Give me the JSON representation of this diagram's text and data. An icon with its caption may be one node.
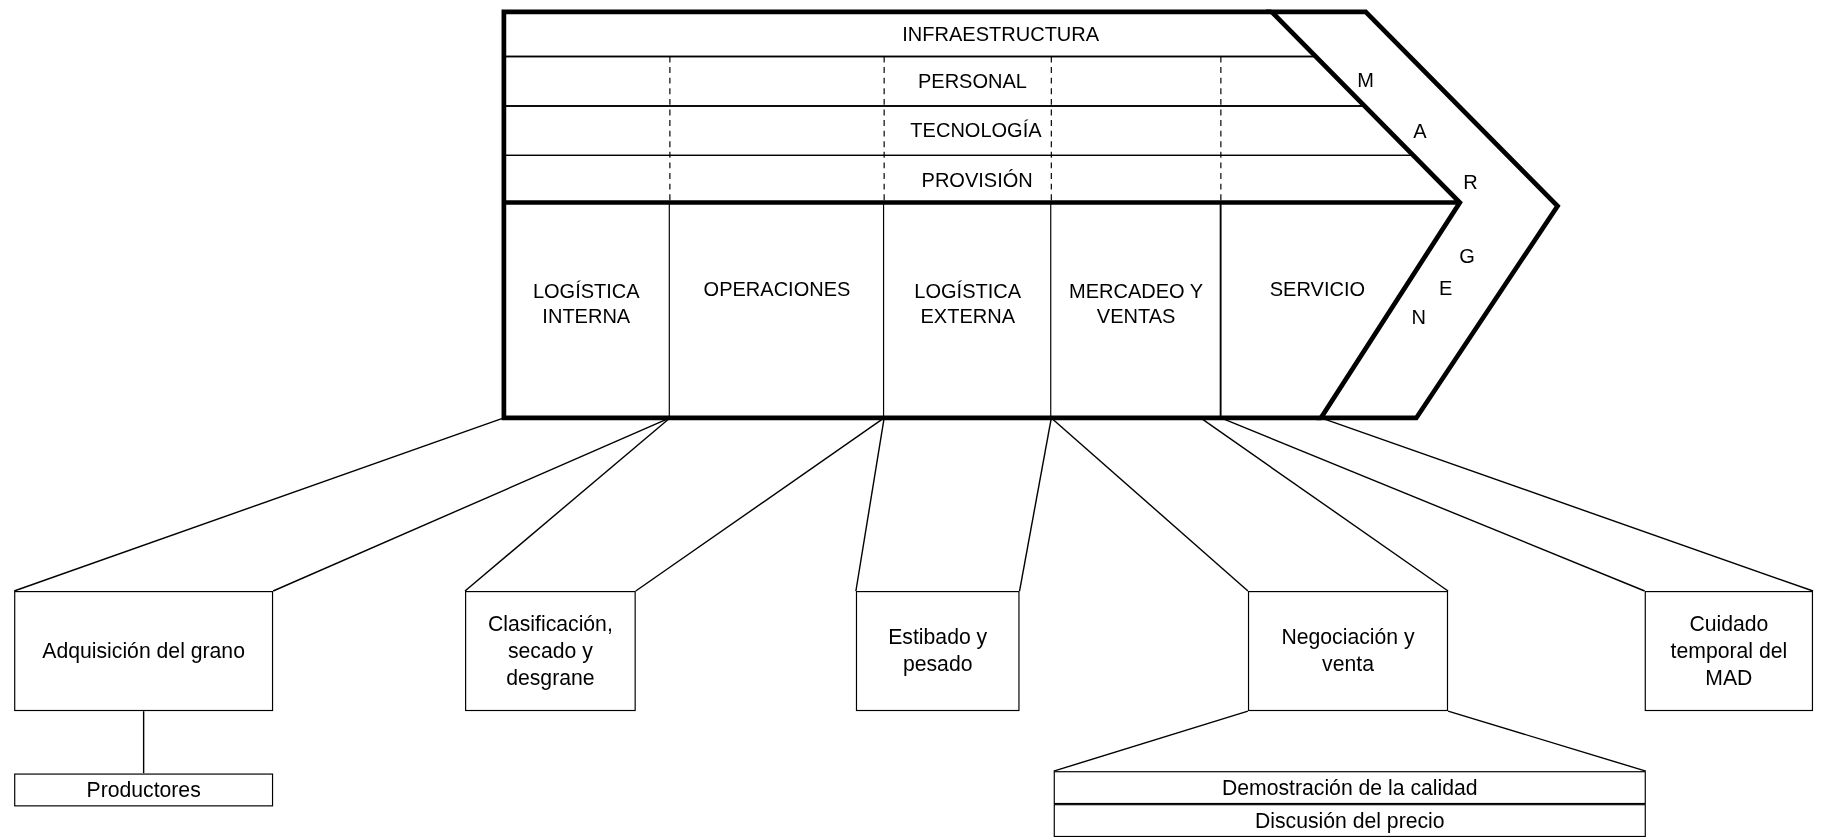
{
  "diagram": {
    "nodes": [
      {
        "text": [
          "INFRAESTRUCTURA"
        ]
      },
      {
        "text": [
          "PERSONAL"
        ]
      },
      {
        "text": [
          "TECNOLOGÍA"
        ]
      },
      {
        "text": [
          "PROVISIÓN"
        ]
      },
      {
        "text": [
          "LOGÍSTICA INTERNA"
        ]
      },
      {
        "text": [
          "OPERACIONES"
        ]
      },
      {
        "text": [
          "LOGÍSTICA EXTERNA"
        ]
      },
      {
        "text": [
          "MERCADEO Y VENTAS"
        ]
      },
      {
        "text": [
          "SERVICIO"
        ]
      },
      {
        "text": [
          "M",
          "A",
          "R",
          "G",
          "E",
          "N"
        ]
      },
      {
        "text": [
          "Adquisición del grano"
        ]
      },
      {
        "text": [
          "Clasificación, secado y desgrane"
        ]
      },
      {
        "text": [
          "Estibado y pesado"
        ]
      },
      {
        "text": [
          "Negociación y venta"
        ]
      },
      {
        "text": [
          "Cuidado temporal del MAD"
        ]
      },
      {
        "text": [
          "Productores"
        ]
      },
      {
        "text": [
          "Demostración de la calidad"
        ]
      },
      {
        "text": [
          "Discusión del precio"
        ]
      }
    ],
    "edges": [
      {
        "from": 4,
        "to": 10,
        "arrow": "none"
      },
      {
        "from": 4,
        "to": 10,
        "arrow": "none"
      },
      {
        "from": 5,
        "to": 11,
        "arrow": "none"
      },
      {
        "from": 5,
        "to": 11,
        "arrow": "none"
      },
      {
        "from": 6,
        "to": 12,
        "arrow": "none"
      },
      {
        "from": 6,
        "to": 12,
        "arrow": "none"
      },
      {
        "from": 7,
        "to": 13,
        "arrow": "none"
      },
      {
        "from": 7,
        "to": 13,
        "arrow": "none"
      },
      {
        "from": 8,
        "to": 14,
        "arrow": "none"
      },
      {
        "from": 8,
        "to": 14,
        "arrow": "none"
      },
      {
        "from": 10,
        "to": 15,
        "arrow": "none"
      },
      {
        "from": 13,
        "to": 16,
        "arrow": "none"
      },
      {
        "from": 13,
        "to": 16,
        "arrow": "none"
      }
    ]
  }
}
